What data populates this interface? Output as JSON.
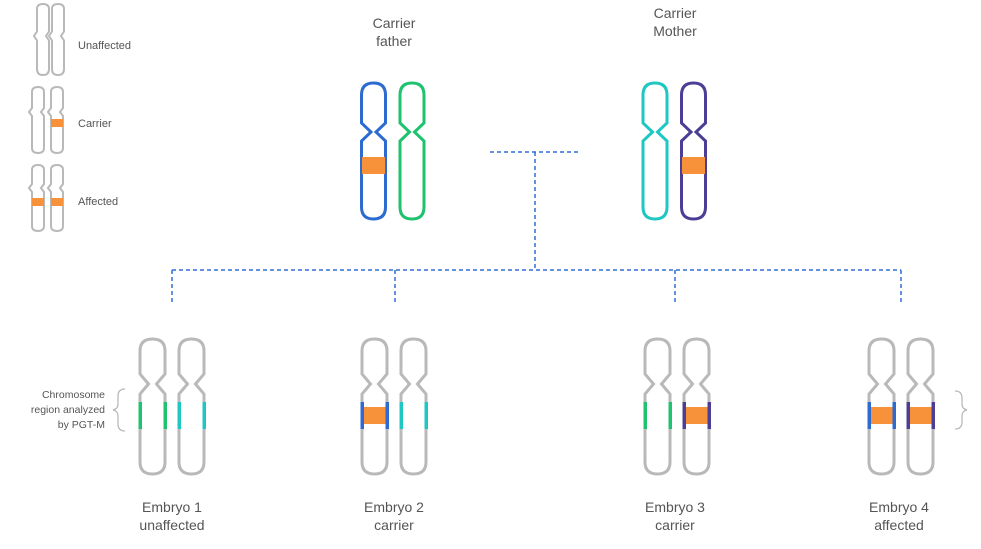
{
  "colors": {
    "gray": "#b9b9b9",
    "father_a": "#2d6bd1",
    "father_b": "#1ec26f",
    "mother_a": "#1fc7c3",
    "mother_b": "#4b3f95",
    "mutation": "#f7923a",
    "connector": "#2f6fd6",
    "text": "#555555"
  },
  "legend": [
    {
      "label": "Unaffected"
    },
    {
      "label": "Carrier"
    },
    {
      "label": "Affected"
    }
  ],
  "parents": {
    "father": {
      "line1": "Carrier",
      "line2": "father"
    },
    "mother": {
      "line1": "Carrier",
      "line2": "Mother"
    }
  },
  "region_label": {
    "line1": "Chromosome",
    "line2": "region analyzed",
    "line3": "by PGT-M"
  },
  "embryos": [
    {
      "line1": "Embryo 1",
      "line2": "unaffected"
    },
    {
      "line1": "Embryo 2",
      "line2": "carrier"
    },
    {
      "line1": "Embryo 3",
      "line2": "carrier"
    },
    {
      "line1": "Embryo 4",
      "line2": "affected"
    }
  ]
}
